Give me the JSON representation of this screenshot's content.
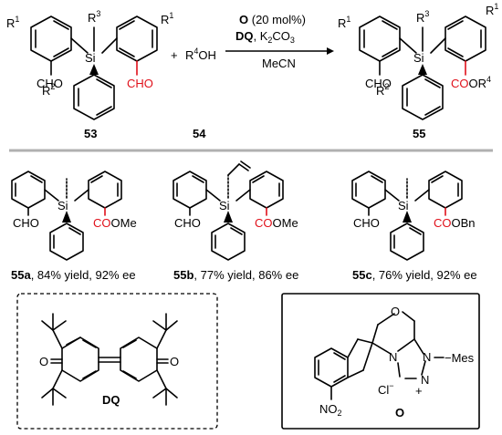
{
  "reaction": {
    "reagent_cat_name": "O",
    "reagent_cat_loading": "(20 mol%)",
    "reagent_ox_name": "DQ",
    "reagent_base": ", K",
    "reagent_base_sub": "2",
    "reagent_base_rest": "CO",
    "reagent_base_sub2": "3",
    "solvent": "MeCN",
    "plus": "+",
    "r4oh_r": "R",
    "r4oh_sup": "4",
    "r4oh_oh": "OH"
  },
  "substrate": {
    "id": "53",
    "r1_left": "R",
    "r1_sup": "1",
    "r1_right": "R",
    "r1_right_sup": "1",
    "r3": "R",
    "r3_sup": "3",
    "si": "Si",
    "cho_left": "CHO",
    "cho_right": "CHO",
    "r2": "R",
    "r2_sup": "2"
  },
  "alcohol": {
    "id": "54"
  },
  "product": {
    "id": "55",
    "r1_left": "R",
    "r1_sup": "1",
    "r1_right": "R",
    "r1_right_sup": "1",
    "r3": "R",
    "r3_sup": "3",
    "si": "Si",
    "cho": "CHO",
    "ester": "COOR",
    "ester_sup": "4",
    "ester_co": "CO",
    "ester_rest": "OR",
    "r2": "R",
    "r2_sup": "2"
  },
  "examples": [
    {
      "id": "55a",
      "caption": ", 84% yield, 92% ee",
      "cho": "CHO",
      "ester_co": "CO",
      "ester_rest": "OMe",
      "si": "Si"
    },
    {
      "id": "55b",
      "caption": ", 77% yield, 86% ee",
      "cho": "CHO",
      "ester_co": "CO",
      "ester_rest": "OMe",
      "si": "Si"
    },
    {
      "id": "55c",
      "caption": ", 76% yield, 92% ee",
      "cho": "CHO",
      "ester_co": "CO",
      "ester_rest": "OBn",
      "si": "Si"
    }
  ],
  "dq": {
    "label": "DQ",
    "o_left": "O",
    "o_right": "O"
  },
  "catalyst": {
    "label": "O",
    "o_ring": "O",
    "n_left": "N",
    "n_right": "N",
    "n_plus": "N",
    "plus": "+",
    "mes": "Mes",
    "cl": "Cl",
    "cl_minus": "−",
    "no2": "NO",
    "no2_sub": "2"
  },
  "colors": {
    "highlight": "#e0101a",
    "ink": "#000000",
    "separator": "#b0b0b0"
  }
}
